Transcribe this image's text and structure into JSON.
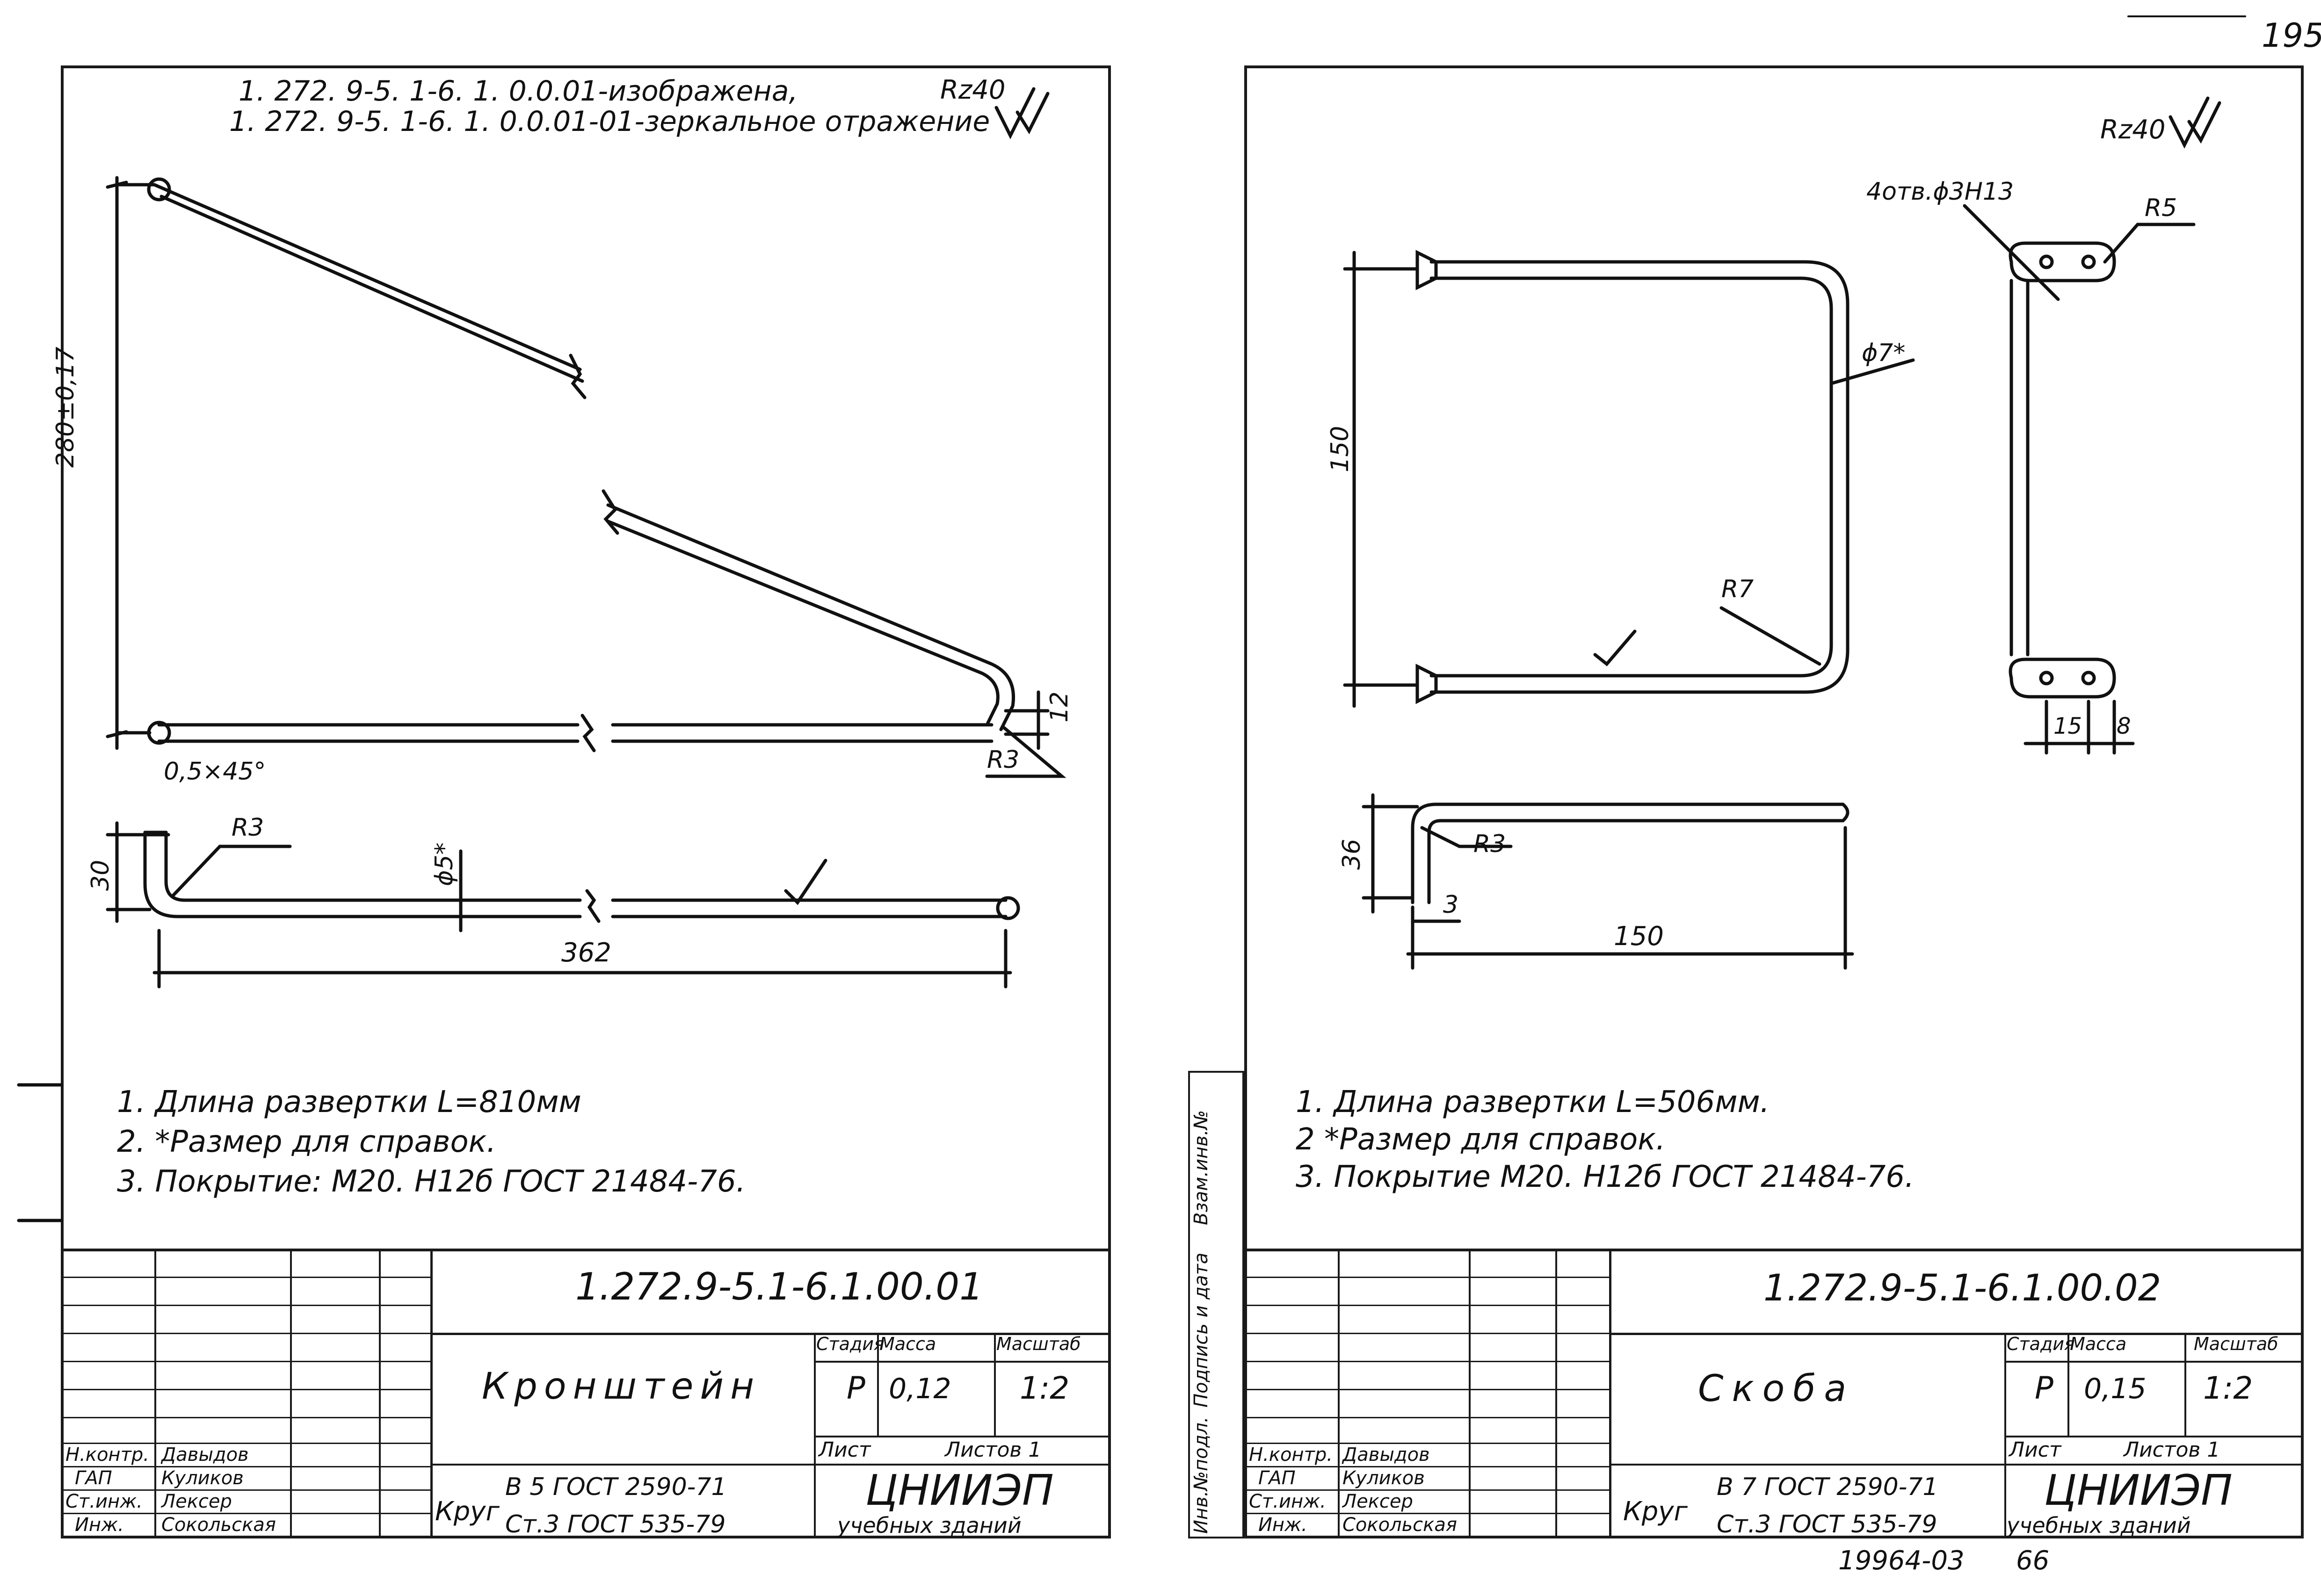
{
  "page_number": "195",
  "left": {
    "ref_line1": "1. 272. 9-5. 1-6. 1. 0.0.01-изображена,",
    "ref_line2": "1. 272. 9-5. 1-6. 1. 0.0.01-01-зеркальное отражение",
    "roughness": "Rz40",
    "dim_height": "280±0,17",
    "dim_chamfer": "0,5×45°",
    "dim_r3_top": "R3",
    "dim_r3_bottom": "R3",
    "dim_diam": "ϕ5*",
    "dim_30": "30",
    "dim_12": "12",
    "dim_length": "362",
    "notes": [
      "1. Длина развертки L=810мм",
      "2. *Размер для справок.",
      "3. Покрытие: М20. Н12б ГОСТ 21484-76."
    ],
    "title_block": {
      "designation": "1.272.9-5.1-6.1.00.01",
      "name": "Кронштейн",
      "stage_header": "Стадия",
      "mass_header": "Масса",
      "scale_header": "Масштаб",
      "stage": "Р",
      "mass": "0,12",
      "scale": "1:2",
      "sheet_label": "Лист",
      "sheets_label": "Листов 1",
      "material_prefix": "Круг",
      "material_line1": "В 5 ГОСТ 2590-71",
      "material_line2": "Ст.3 ГОСТ 535-79",
      "org_line1": "ЦНИИЭП",
      "org_line2": "учебных зданий",
      "staff": [
        {
          "role": "Н.контр.",
          "name": "Давыдов"
        },
        {
          "role": "ГАП",
          "name": "Куликов"
        },
        {
          "role": "Ст.инж.",
          "name": "Лексер"
        },
        {
          "role": "Инж.",
          "name": "Сокольская"
        }
      ]
    }
  },
  "right": {
    "roughness": "Rz40",
    "holes": "4отв.ϕ3Н13",
    "dim_r5": "R5",
    "dim_diam": "ϕ7*",
    "dim_150_vertical": "150",
    "dim_r7": "R7",
    "dim_36": "36",
    "dim_r3": "R3",
    "dim_3": "3",
    "dim_150_horizontal": "150",
    "dim_15": "15",
    "dim_8": "8",
    "notes": [
      "1. Длина развертки L=506мм.",
      "2 *Размер для справок.",
      "3. Покрытие М20. Н12б ГОСТ 21484-76."
    ],
    "side_stamp": [
      "Инв.№подл.",
      "Подпись и дата",
      "Взам.инв.№"
    ],
    "title_block": {
      "designation": "1.272.9-5.1-6.1.00.02",
      "name": "Скоба",
      "stage_header": "Стадия",
      "mass_header": "Масса",
      "scale_header": "Масштаб",
      "stage": "Р",
      "mass": "0,15",
      "scale": "1:2",
      "sheet_label": "Лист",
      "sheets_label": "Листов 1",
      "material_prefix": "Круг",
      "material_line1": "В 7 ГОСТ 2590-71",
      "material_line2": "Ст.3 ГОСТ 535-79",
      "org_line1": "ЦНИИЭП",
      "org_line2": "учебных зданий",
      "staff": [
        {
          "role": "Н.контр.",
          "name": "Давыдов"
        },
        {
          "role": "ГАП",
          "name": "Куликов"
        },
        {
          "role": "Ст.инж.",
          "name": "Лексер"
        },
        {
          "role": "Инж.",
          "name": "Сокольская"
        }
      ]
    },
    "footer_code": "19964-03",
    "footer_page": "66"
  }
}
